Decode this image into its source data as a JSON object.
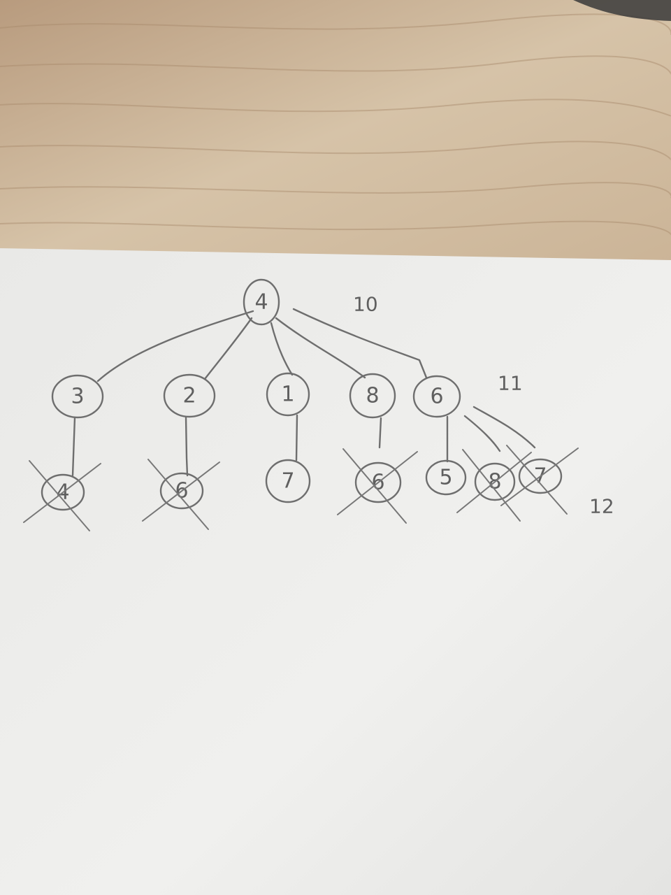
{
  "tree": {
    "root": {
      "id": "r",
      "label": "4"
    },
    "level1": [
      {
        "id": "a",
        "label": "3"
      },
      {
        "id": "b",
        "label": "2"
      },
      {
        "id": "c",
        "label": "1"
      },
      {
        "id": "d",
        "label": "8"
      },
      {
        "id": "e",
        "label": "6"
      }
    ],
    "level2": [
      {
        "id": "a1",
        "parent": "a",
        "label": "4",
        "crossed": true
      },
      {
        "id": "b1",
        "parent": "b",
        "label": "6",
        "crossed": true
      },
      {
        "id": "c1",
        "parent": "c",
        "label": "7",
        "crossed": false
      },
      {
        "id": "d1",
        "parent": "d",
        "label": "6",
        "crossed": true
      },
      {
        "id": "e1",
        "parent": "e",
        "label": "5",
        "crossed": false
      },
      {
        "id": "e2",
        "parent": "e",
        "label": "8",
        "crossed": true
      },
      {
        "id": "e3",
        "parent": "e",
        "label": "7",
        "crossed": true
      }
    ]
  },
  "side_labels": {
    "level0": "10",
    "level1": "11",
    "level2": "12"
  },
  "colors": {
    "wood": "#c9b49a",
    "paper": "#eeeeec",
    "pencil": "#6e6e6e"
  }
}
